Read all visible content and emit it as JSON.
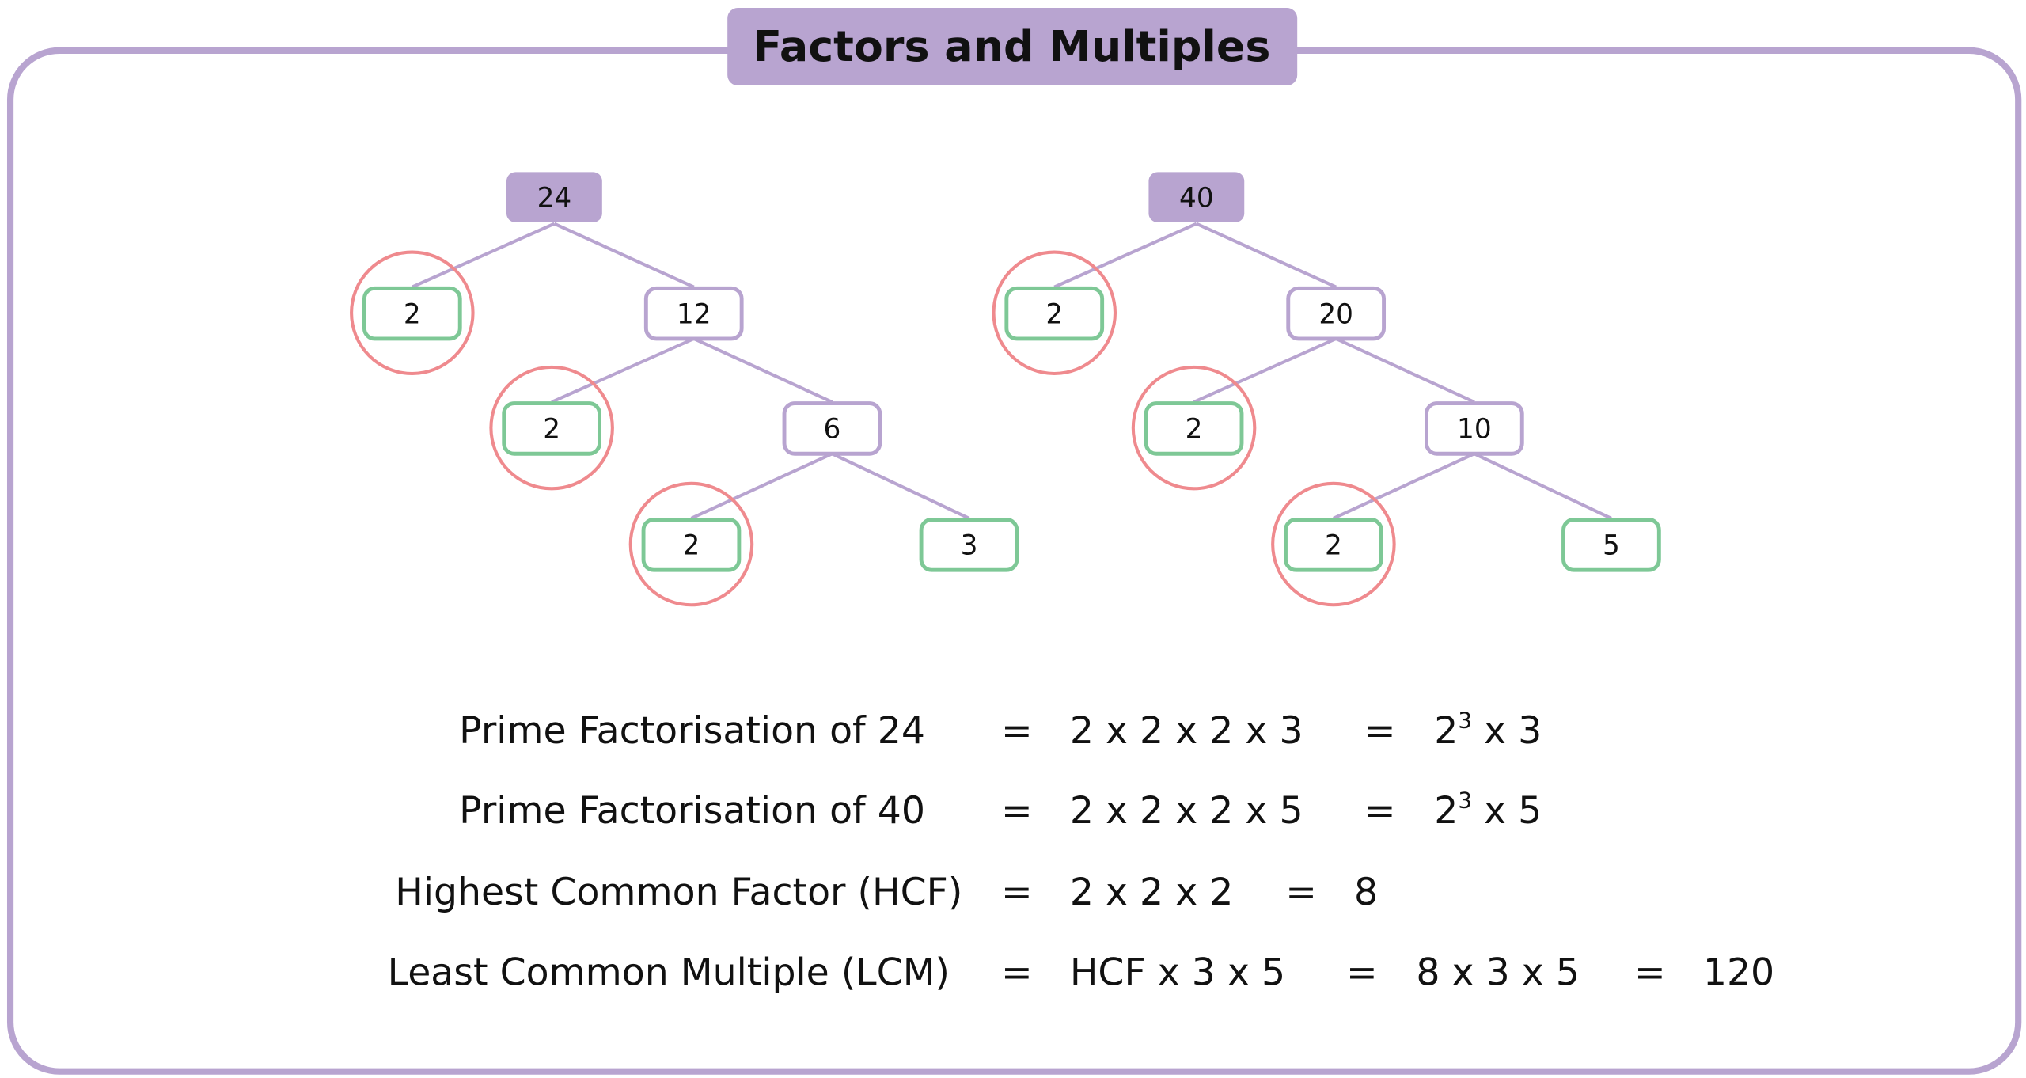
{
  "title": "Factors and Multiples",
  "colors": {
    "frame": "#b8a4d0",
    "prime": "#7ec896",
    "circle": "#ef8a8e",
    "composite": "#b8a4d0"
  },
  "trees": [
    {
      "root": "24",
      "nodes": [
        {
          "label": "2",
          "kind": "prime",
          "circled": true
        },
        {
          "label": "12",
          "kind": "composite",
          "circled": false
        },
        {
          "label": "2",
          "kind": "prime",
          "circled": true
        },
        {
          "label": "6",
          "kind": "composite",
          "circled": false
        },
        {
          "label": "2",
          "kind": "prime",
          "circled": true
        },
        {
          "label": "3",
          "kind": "prime",
          "circled": false
        }
      ]
    },
    {
      "root": "40",
      "nodes": [
        {
          "label": "2",
          "kind": "prime",
          "circled": true
        },
        {
          "label": "20",
          "kind": "composite",
          "circled": false
        },
        {
          "label": "2",
          "kind": "prime",
          "circled": true
        },
        {
          "label": "10",
          "kind": "composite",
          "circled": false
        },
        {
          "label": "2",
          "kind": "prime",
          "circled": true
        },
        {
          "label": "5",
          "kind": "prime",
          "circled": false
        }
      ]
    }
  ],
  "equations": [
    {
      "label": "Prime Factorisation of 24",
      "eq1": "=",
      "expr": "2 x 2 x 2 x 3",
      "eq2": "=",
      "base": "2",
      "exp": "3",
      "rest": " x 3"
    },
    {
      "label": "Prime Factorisation of 40",
      "eq1": "=",
      "expr": "2 x 2 x 2 x 5",
      "eq2": "=",
      "base": "2",
      "exp": "3",
      "rest": " x 5"
    },
    {
      "label": "Highest Common Factor (HCF)",
      "eq1": "=",
      "expr": "2 x 2 x 2",
      "eq2": "=",
      "result": "8"
    },
    {
      "label": "Least Common Multiple (LCM)",
      "eq1": "=",
      "expr": "HCF x 3 x 5",
      "eq2": "=",
      "expr2": "8 x 3 x 5",
      "eq3": "=",
      "result": "120"
    }
  ]
}
